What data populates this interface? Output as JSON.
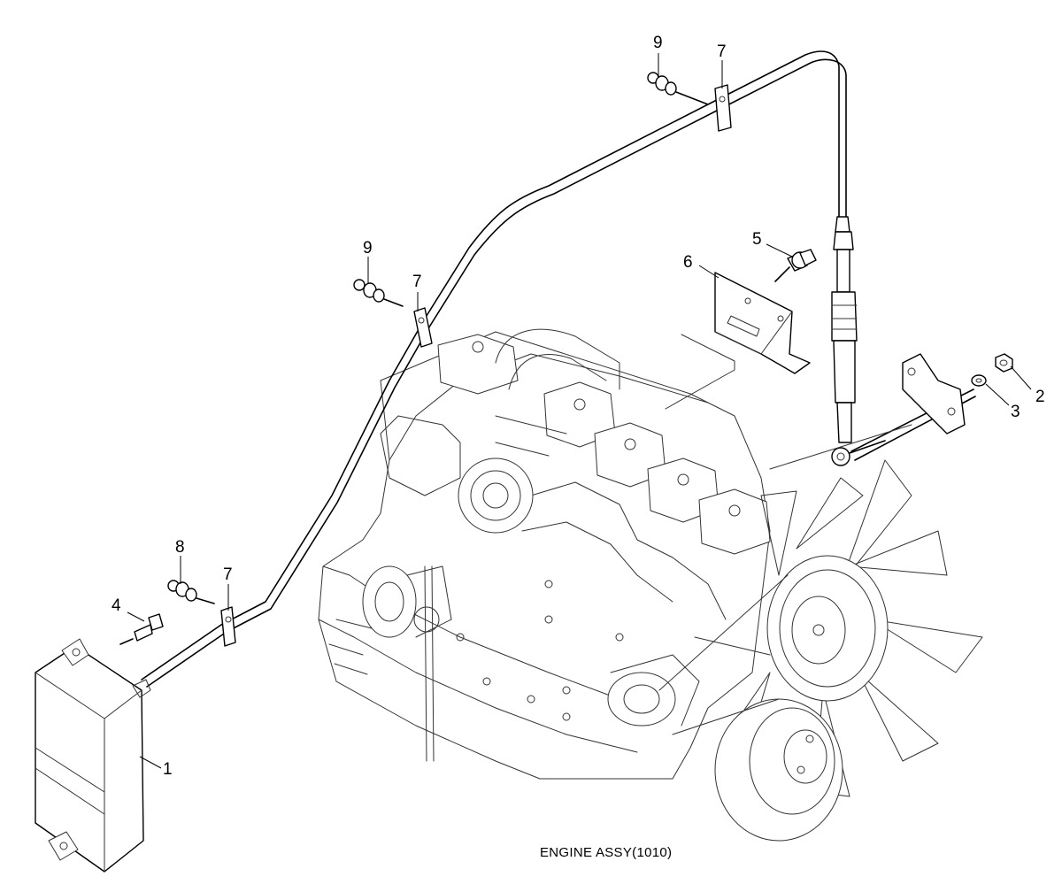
{
  "caption": "ENGINE ASSY(1010)",
  "callouts": {
    "c1": "1",
    "c2": "2",
    "c3": "3",
    "c4": "4",
    "c5": "5",
    "c6": "6",
    "c7a": "7",
    "c7b": "7",
    "c7c": "7",
    "c8": "8",
    "c9a": "9",
    "c9b": "9"
  }
}
